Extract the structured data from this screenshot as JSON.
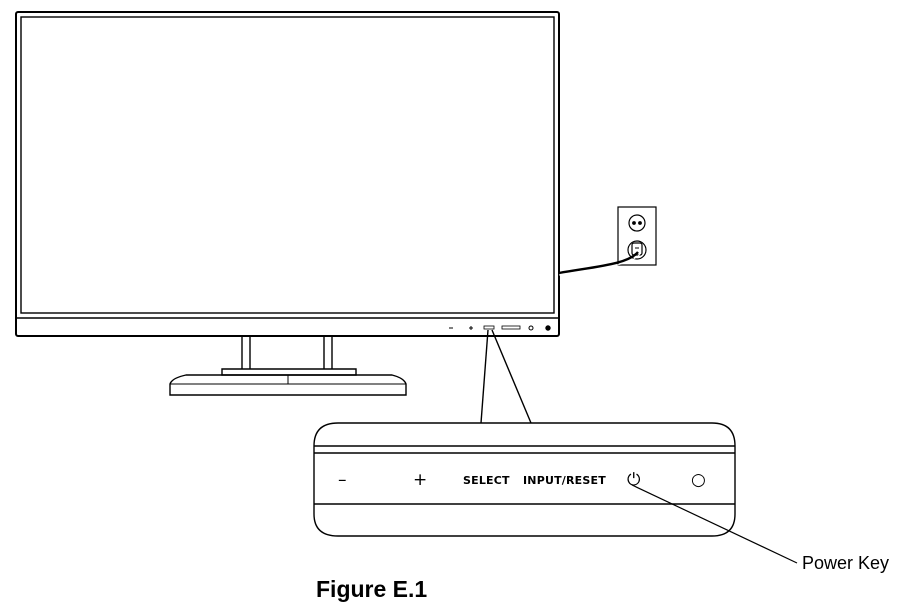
{
  "figure": {
    "caption": "Figure E.1",
    "callout_label": "Power Key"
  },
  "control_panel": {
    "buttons": [
      {
        "id": "minus",
        "label": "–"
      },
      {
        "id": "plus",
        "label": "+"
      },
      {
        "id": "select",
        "label": "SELECT"
      },
      {
        "id": "input-reset",
        "label": "INPUT/RESET"
      },
      {
        "id": "power",
        "label": "⏻"
      },
      {
        "id": "indicator",
        "label": "○"
      }
    ]
  },
  "colors": {
    "line": "#000000",
    "background": "#ffffff",
    "bezel_fill": "#f2f2f2"
  }
}
